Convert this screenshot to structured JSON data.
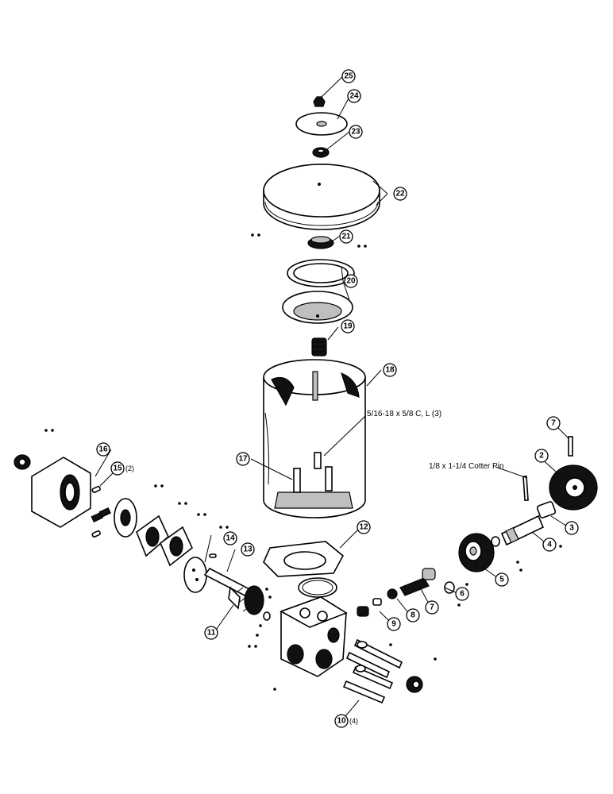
{
  "callouts": [
    {
      "id": "25",
      "qty": ""
    },
    {
      "id": "24",
      "qty": ""
    },
    {
      "id": "23",
      "qty": ""
    },
    {
      "id": "22",
      "qty": ""
    },
    {
      "id": "21",
      "qty": ""
    },
    {
      "id": "20",
      "qty": ""
    },
    {
      "id": "19",
      "qty": ""
    },
    {
      "id": "18",
      "qty": ""
    },
    {
      "id": "17",
      "qty": ""
    },
    {
      "id": "16",
      "qty": ""
    },
    {
      "id": "15",
      "qty": "(2)"
    },
    {
      "id": "14",
      "qty": ""
    },
    {
      "id": "13",
      "qty": ""
    },
    {
      "id": "12",
      "qty": ""
    },
    {
      "id": "11",
      "qty": ""
    },
    {
      "id": "10",
      "qty": "(4)"
    },
    {
      "id": "9",
      "qty": ""
    },
    {
      "id": "8",
      "qty": ""
    },
    {
      "id": "7",
      "qty": ""
    },
    {
      "id": "6",
      "qty": ""
    },
    {
      "id": "5",
      "qty": ""
    },
    {
      "id": "4",
      "qty": ""
    },
    {
      "id": "3",
      "qty": ""
    },
    {
      "id": "2",
      "qty": ""
    },
    {
      "id": "7",
      "qty": ""
    }
  ],
  "notes": {
    "bolt_spec": "5/16-18 x 5/8 C, L (3)",
    "cotter_pin": "1/8 x 1-1/4 Cotter Pin"
  }
}
